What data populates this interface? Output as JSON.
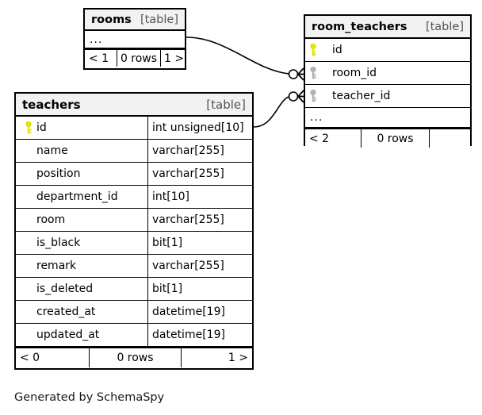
{
  "diagram": {
    "caption": "Generated by SchemaSpy",
    "table_tag": "[table]",
    "ellipsis": "...",
    "colors": {
      "primary_key": "#e6e600",
      "foreign_key": "#b3b3b3",
      "border": "#000000",
      "header_background": "#f2f2f2",
      "background": "#ffffff"
    }
  },
  "tables": {
    "rooms": {
      "name": "rooms",
      "tag": "[table]",
      "ellipsis": "...",
      "footer": {
        "prev": "< 1",
        "rows": "0 rows",
        "next": "1 >"
      }
    },
    "room_teachers": {
      "name": "room_teachers",
      "tag": "[table]",
      "ellipsis": "...",
      "columns": [
        {
          "name": "id",
          "key": "primary-key-icon"
        },
        {
          "name": "room_id",
          "key": "foreign-key-icon"
        },
        {
          "name": "teacher_id",
          "key": "foreign-key-icon"
        }
      ],
      "footer": {
        "prev": "< 2",
        "rows": "0 rows",
        "next": ""
      }
    },
    "teachers": {
      "name": "teachers",
      "tag": "[table]",
      "columns": [
        {
          "name": "id",
          "type": "int unsigned[10]",
          "key": "primary-key-icon"
        },
        {
          "name": "name",
          "type": "varchar[255]",
          "key": null
        },
        {
          "name": "position",
          "type": "varchar[255]",
          "key": null
        },
        {
          "name": "department_id",
          "type": "int[10]",
          "key": null
        },
        {
          "name": "room",
          "type": "varchar[255]",
          "key": null
        },
        {
          "name": "is_black",
          "type": "bit[1]",
          "key": null
        },
        {
          "name": "remark",
          "type": "varchar[255]",
          "key": null
        },
        {
          "name": "is_deleted",
          "type": "bit[1]",
          "key": null
        },
        {
          "name": "created_at",
          "type": "datetime[19]",
          "key": null
        },
        {
          "name": "updated_at",
          "type": "datetime[19]",
          "key": null
        }
      ],
      "footer": {
        "prev": "< 0",
        "rows": "0 rows",
        "next": "1 >"
      }
    }
  },
  "relationships": [
    {
      "name": "rooms-to-room-teachers",
      "from_table": "rooms",
      "to_table": "room_teachers",
      "to_column": "room_id",
      "notation": "zero-or-many"
    },
    {
      "name": "teachers-to-room-teachers",
      "from_table": "teachers",
      "from_column": "id",
      "to_table": "room_teachers",
      "to_column": "teacher_id",
      "notation": "zero-or-many"
    }
  ]
}
